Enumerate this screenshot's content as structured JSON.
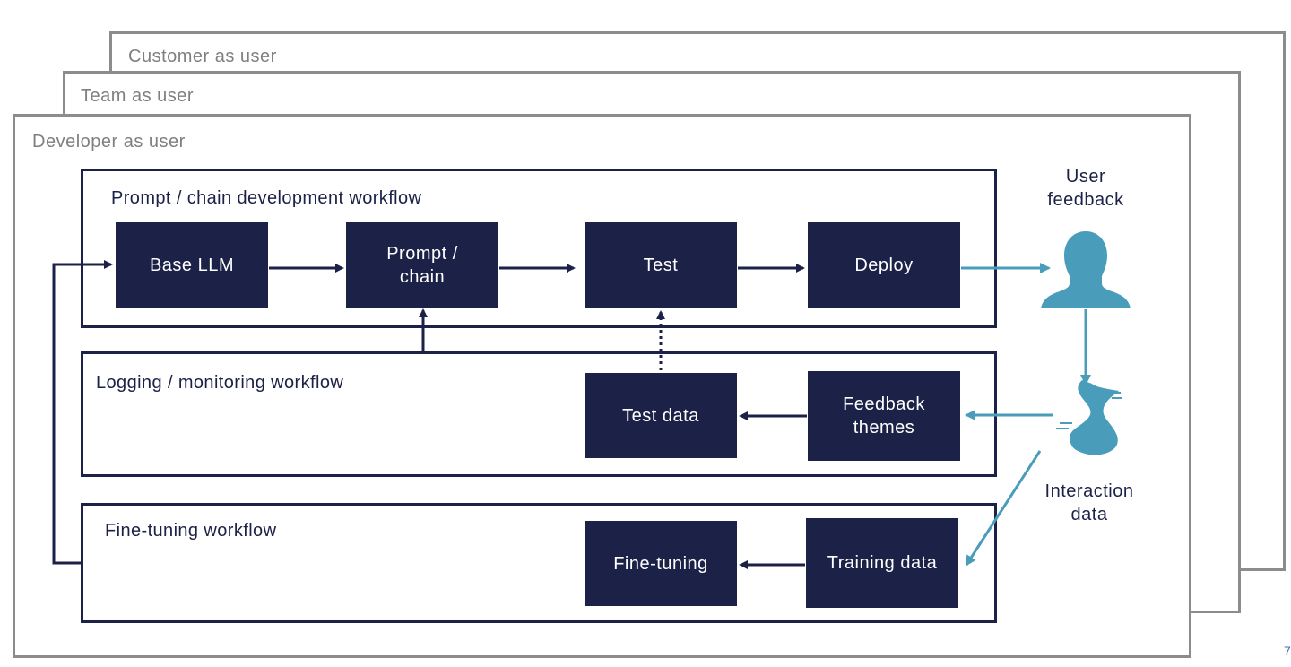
{
  "layers": {
    "customer": "Customer as user",
    "team": "Team as user",
    "developer": "Developer as user"
  },
  "workflows": {
    "prompt_chain": "Prompt / chain development workflow",
    "logging": "Logging / monitoring workflow",
    "fine_tuning": "Fine-tuning workflow"
  },
  "boxes": {
    "base_llm": "Base LLM",
    "prompt_chain": "Prompt / chain",
    "test": "Test",
    "deploy": "Deploy",
    "test_data": "Test data",
    "feedback_themes": "Feedback themes",
    "fine_tuning": "Fine-tuning",
    "training_data": "Training data"
  },
  "side_labels": {
    "user_feedback": "User feedback",
    "interaction_data": "Interaction data"
  },
  "icons": {
    "user": "user-silhouette-icon",
    "stream": "data-stream-icon"
  },
  "colors": {
    "navy": "#1b2147",
    "teal": "#4a9dba",
    "gray": "#8c8c8c"
  },
  "page_number": "7"
}
